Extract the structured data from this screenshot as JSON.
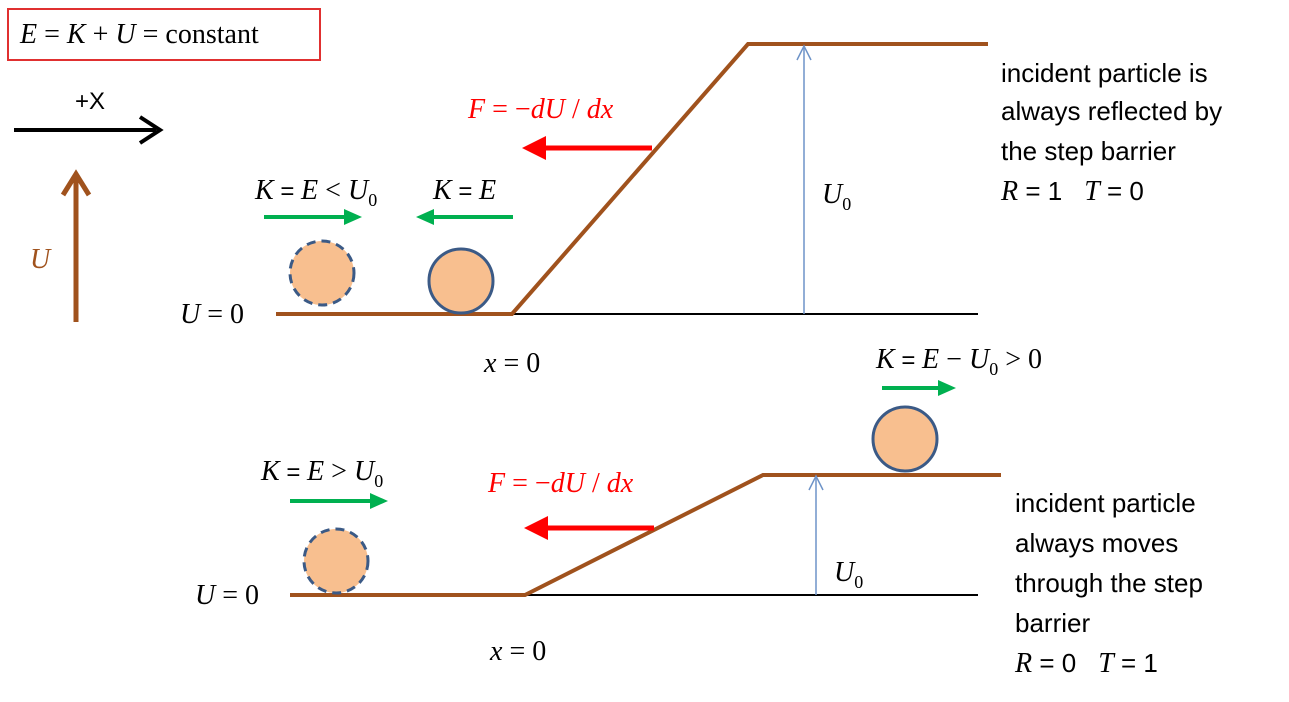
{
  "energy_equation": {
    "E": "E",
    "eq1": " = ",
    "K": "K",
    "plus": " + ",
    "U": "U",
    "eq2": " = ",
    "constant": "constant"
  },
  "axes": {
    "x_label": "+X",
    "u_label": "U"
  },
  "top": {
    "u_zero": {
      "var": "U",
      "text": " = 0"
    },
    "x_zero": {
      "var": "x",
      "text": " = 0"
    },
    "force": {
      "F": "F",
      "eq": " = ",
      "minus": "−",
      "dU": "dU",
      "slash": " / ",
      "dx": "dx"
    },
    "label_incoming": {
      "K": "K",
      "eq": " = ",
      "E": "E",
      "lt": " < ",
      "U": "U",
      "sub": "0"
    },
    "label_reflected": {
      "K": "K",
      "eq": " = ",
      "E": "E"
    },
    "u0": {
      "U": "U",
      "sub": "0"
    },
    "description": [
      "incident particle is",
      "always reflected by",
      "the step barrier"
    ],
    "result": {
      "R": "R",
      "r_val": " = 1",
      "T": "T",
      "t_val": " = 0"
    }
  },
  "bottom": {
    "u_zero": {
      "var": "U",
      "text": " = 0"
    },
    "x_zero": {
      "var": "x",
      "text": " = 0"
    },
    "force": {
      "F": "F",
      "eq": " = ",
      "minus": "−",
      "dU": "dU",
      "slash": " / ",
      "dx": "dx"
    },
    "label_incoming": {
      "K": "K",
      "eq": " = ",
      "E": "E",
      "gt": " > ",
      "U": "U",
      "sub": "0"
    },
    "label_transmitted": {
      "K": "K",
      "eq": " = ",
      "E": "E",
      "minus": " − ",
      "U": "U",
      "sub": "0",
      "gt": " > 0"
    },
    "u0": {
      "U": "U",
      "sub": "0"
    },
    "description": [
      "incident particle",
      "always moves",
      "through the step",
      "barrier"
    ],
    "result": {
      "R": "R",
      "r_val": " = 0",
      "T": "T",
      "t_val": " = 1"
    }
  },
  "colors": {
    "potential": "#A0521D",
    "force": "#FF0000",
    "velocity": "#00B050",
    "ball_fill": "#F8BF8F",
    "ball_edge": "#3B5A86",
    "u0_arrow": "#6E93C8",
    "box_border": "#E03030"
  }
}
